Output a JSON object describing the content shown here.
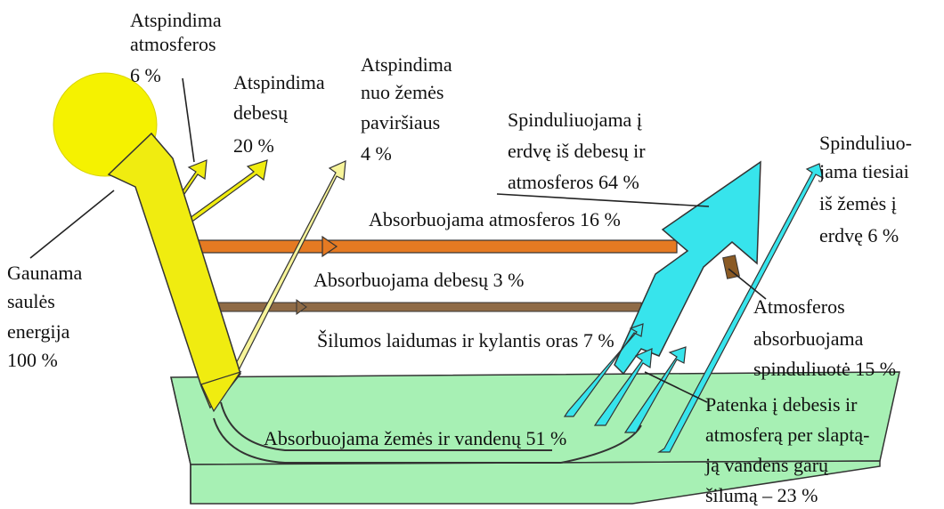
{
  "colors": {
    "sun": "#f5f200",
    "solar_arrow": "#f0ec10",
    "solar_arrow_light": "#f7f49a",
    "infrared_arrow": "#37e4ec",
    "atmosphere_band": "#e57a22",
    "clouds_band": "#8f6b46",
    "ground": "#a7f0b4",
    "absorbed_marker": "#8a5a24",
    "outline": "#333333"
  },
  "labels": {
    "reflected_atmosphere": [
      "Atspindima",
      "atmosferos",
      "6 %"
    ],
    "reflected_clouds": [
      "Atspindima",
      "debesų",
      "20 %"
    ],
    "reflected_surface": [
      "Atspindima",
      "nuo žemės",
      "paviršiaus",
      "4 %"
    ],
    "emitted_clouds_atmosphere": [
      "Spinduliuojama į",
      "erdvę iš debesų ir",
      "atmosferos 64 %"
    ],
    "emitted_surface_direct": [
      "Spinduliuo-",
      "jama tiesiai",
      "iš žemės į",
      "erdvę 6 %"
    ],
    "incoming_solar": [
      "Gaunama",
      "saulės",
      "energija",
      "100 %"
    ],
    "absorbed_atmosphere": "Absorbuojama atmosferos 16 %",
    "absorbed_clouds": "Absorbuojama debesų 3 %",
    "conduction_convection": "Šilumos laidumas ir kylantis oras 7 %",
    "absorbed_ground_water": "Absorbuojama žemės ir vandenų 51 %",
    "atmosphere_absorbed_radiation": [
      "Atmosferos",
      "absorbuojama",
      "spinduliuotė 15 %"
    ],
    "latent_heat": [
      "Patenka į debesis ir",
      "atmosferą per slaptą-",
      "ją vandens garų",
      "šilumą – 23 %"
    ]
  }
}
